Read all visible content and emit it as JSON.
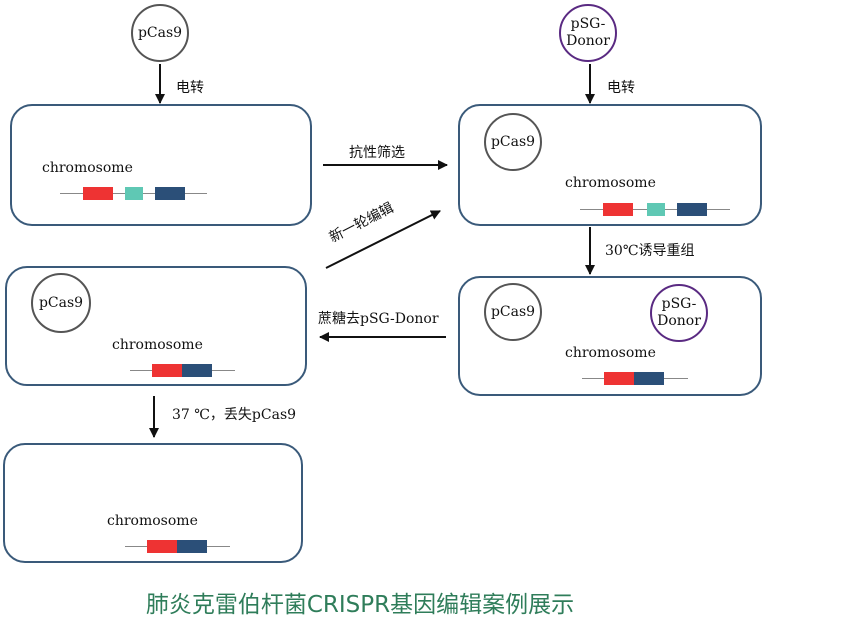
{
  "title": "肺炎克雷伯杆菌CRISPR基因编辑案例展示",
  "plasmids": {
    "pcas9": "pCas9",
    "psg_donor_line1": "pSG-",
    "psg_donor_line2": "Donor"
  },
  "chromosome_label": "chromosome",
  "steps": {
    "electro1": "电转",
    "electro2": "电转",
    "selection": "抗性筛选",
    "induce": "30℃诱导重组",
    "remove_donor": "蔗糖去pSG-Donor",
    "new_round": "新一轮编辑",
    "lose_pcas9": "37 ℃，丢失pCas9"
  },
  "colors": {
    "box_border": "#3a5a7a",
    "red_segment": "#ee3333",
    "teal_segment": "#5fc8b4",
    "blue_segment": "#2b4f78",
    "title": "#2f7d5a",
    "donor_circle": "#5a2a82"
  }
}
